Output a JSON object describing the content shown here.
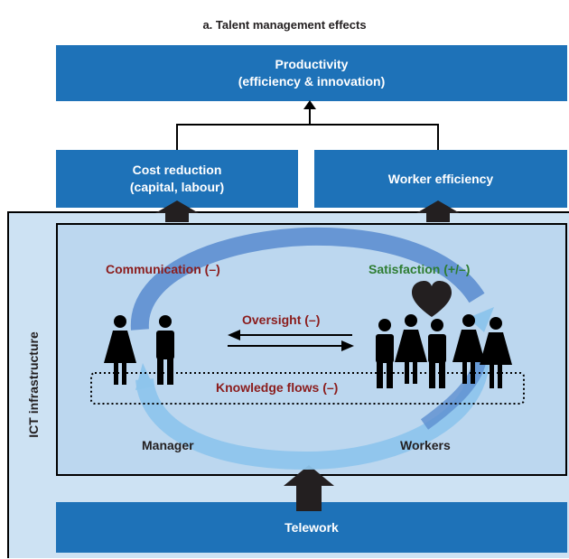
{
  "figure": {
    "title": "a. Talent management effects"
  },
  "boxes": {
    "productivity_line1": "Productivity",
    "productivity_line2": "(efficiency & innovation)",
    "cost_line1": "Cost reduction",
    "cost_line2": "(capital, labour)",
    "worker_efficiency": "Worker efficiency",
    "telework": "Telework"
  },
  "infrastructure": {
    "label": "ICT infrastructure"
  },
  "inner_labels": {
    "communication": "Communication (–)",
    "satisfaction": "Satisfaction (+/–)",
    "oversight": "Oversight (–)",
    "knowledge_flows": "Knowledge flows (–)",
    "manager": "Manager",
    "workers": "Workers"
  },
  "colors": {
    "box_blue": "#1e72b8",
    "outer_light": "#cde2f3",
    "inner_light": "#bcd7ef",
    "label_red": "#8b1c1c",
    "label_green": "#2e7d32",
    "cycle_dark": "#5d8fd0",
    "cycle_light": "#8ec5ec"
  },
  "icons": [
    "woman-icon",
    "man-icon",
    "heart-icon",
    "arrow-up-icon",
    "double-arrow-icon"
  ]
}
